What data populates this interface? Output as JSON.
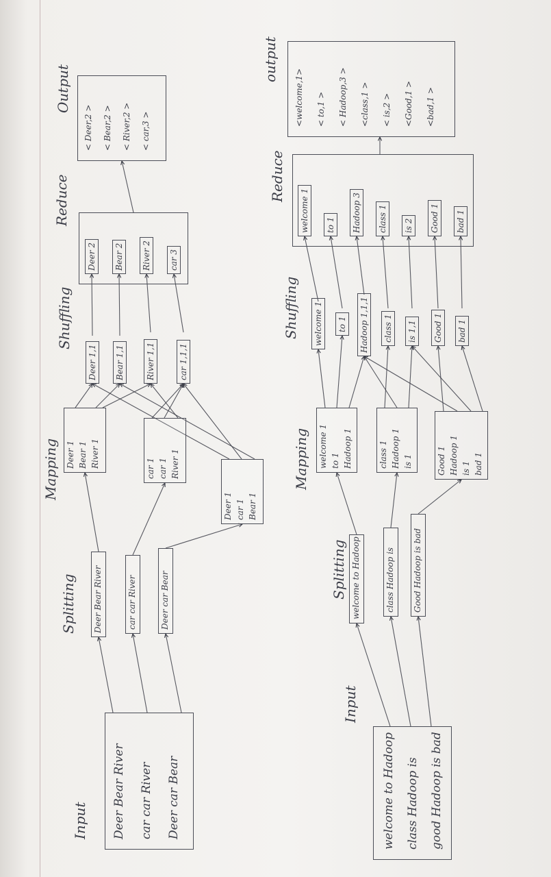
{
  "diagram1": {
    "headers": {
      "input": "Input",
      "splitting": "Splitting",
      "mapping": "Mapping",
      "shuffling": "Shuffling",
      "reduce": "Reduce",
      "output": "Output"
    },
    "input_lines": [
      "Deer  Bear  River",
      "car   car   River",
      "Deer  car   Bear"
    ],
    "splits": [
      "Deer  Bear  River",
      "car  car  River",
      "Deer  car  Bear"
    ],
    "maps": [
      [
        "Deer  1",
        "Bear  1",
        "River  1"
      ],
      [
        "car  1",
        "car  1",
        "River  1"
      ],
      [
        "Deer  1",
        "car  1",
        "Bear  1"
      ]
    ],
    "shuffle": [
      "Deer  1,1",
      "Bear  1,1",
      "River  1,1",
      "car  1,1,1"
    ],
    "reduce": [
      "Deer  2",
      "Bear  2",
      "River  2",
      "car  3"
    ],
    "output": [
      "< Deer,2 >",
      "< Bear,2 >",
      "< River,2 >",
      "< car,3 >"
    ]
  },
  "diagram2": {
    "headers": {
      "input": "Input",
      "splitting": "Splitting",
      "mapping": "Mapping",
      "shuffling": "Shuffling",
      "reduce": "Reduce",
      "output": "output"
    },
    "input_lines": [
      "welcome  to  Hadoop",
      "class Hadoop  is",
      "good  Hadoop  is  bad"
    ],
    "splits": [
      "welcome to Hadoop",
      "class Hadoop is",
      "Good Hadoop is bad"
    ],
    "maps": [
      [
        "welcome  1",
        "to  1",
        "Hadoop  1"
      ],
      [
        "class  1",
        "Hadoop  1",
        "is  1"
      ],
      [
        "Good  1",
        "Hadoop  1",
        "is  1",
        "bad  1"
      ]
    ],
    "shuffle": [
      "welcome 1",
      "to 1",
      "Hadoop 1,1,1",
      "class 1",
      "is 1,1",
      "Good 1",
      "bad 1"
    ],
    "reduce": [
      "welcome 1",
      "to 1",
      "Hadoop 3",
      "class 1",
      "is 2",
      "Good 1",
      "bad 1"
    ],
    "output": [
      "<welcome,1>",
      "< to,1 >",
      "< Hadoop,3 >",
      "<class,1 >",
      "< is,2 >",
      "<Good,1 >",
      "<bad,1 >"
    ]
  },
  "colors": {
    "ink": "#3b3d47",
    "paper": "#f2f0ed",
    "margin": "#c9b7b9"
  }
}
